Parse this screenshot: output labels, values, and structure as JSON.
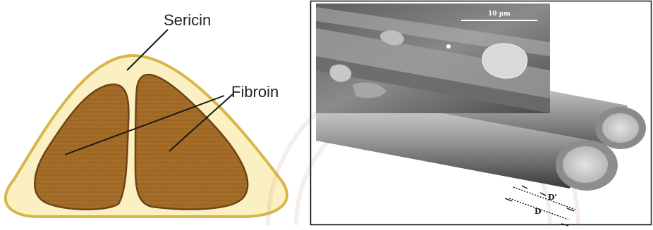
{
  "left_diagram": {
    "labels": {
      "sericin": "Sericin",
      "fibroin": "Fibroin"
    },
    "colors": {
      "sericin_fill": "#fbf0c2",
      "sericin_stroke": "#d8b648",
      "fibroin_fill": "#a8702a",
      "fibroin_stroke": "#6e4416"
    }
  },
  "right_diagram": {
    "scale_bar_label": "10 µm",
    "dimension_labels": {
      "inner": "D'",
      "outer": "D"
    },
    "colors": {
      "frame": "#111111",
      "fiber_shadow": "#3a3a3a",
      "fiber_light": "#dcdcdc"
    }
  }
}
